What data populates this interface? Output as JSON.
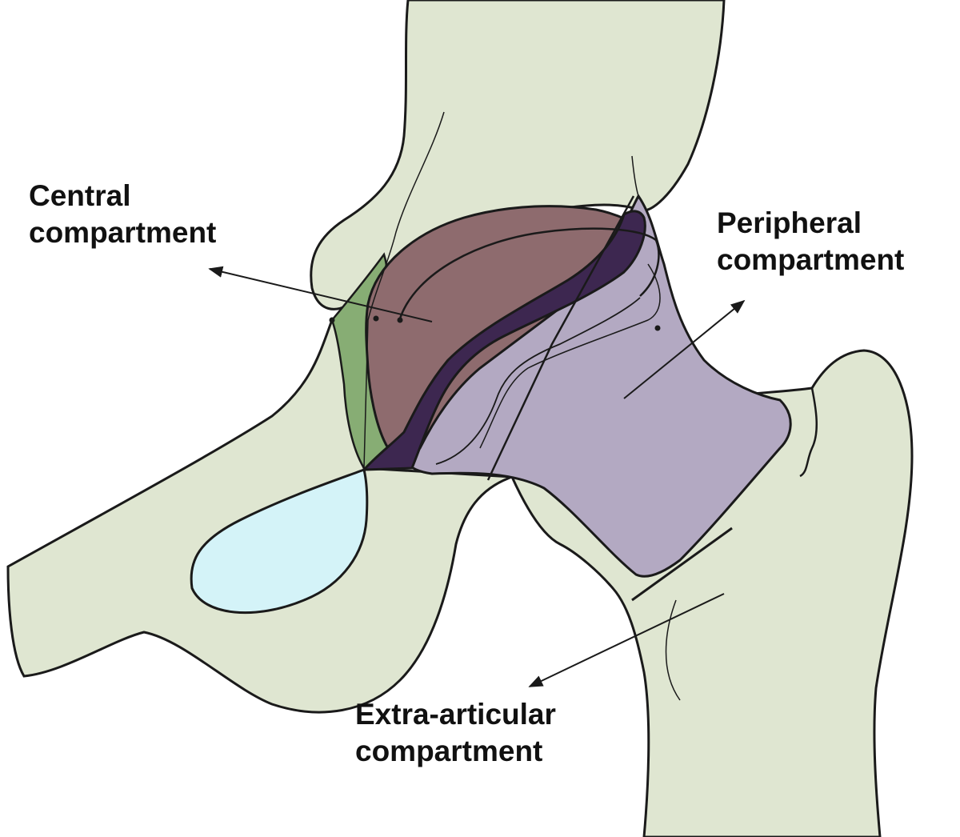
{
  "labels": {
    "central": [
      "Central",
      "compartment"
    ],
    "peripheral": [
      "Peripheral",
      "compartment"
    ],
    "extra_articular": [
      "Extra-articular",
      "compartment"
    ]
  },
  "colors": {
    "bone": "#dfe6d1",
    "outline": "#1a1a1a",
    "femoral_head": "#8e6b6e",
    "labrum": "#3d2750",
    "capsule": "#b3a9c2",
    "cartilage": "#87ad74",
    "foramen": "#d4f3f8",
    "text": "#111111"
  }
}
